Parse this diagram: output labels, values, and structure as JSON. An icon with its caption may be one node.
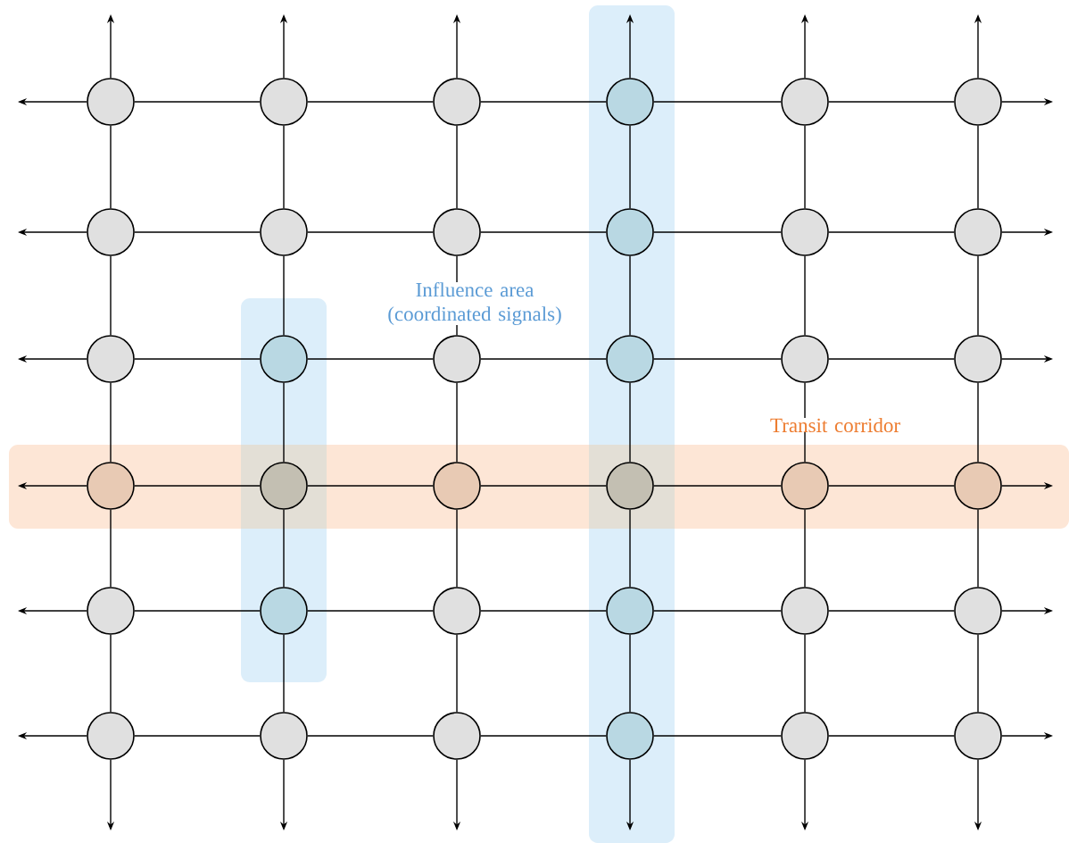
{
  "diagram": {
    "nodes": [
      {
        "text": [],
        "shape": "circle"
      },
      {
        "text": [],
        "shape": "circle"
      },
      {
        "text": [],
        "shape": "circle"
      },
      {
        "text": [],
        "shape": "circle"
      },
      {
        "text": [],
        "shape": "circle"
      },
      {
        "text": [],
        "shape": "circle"
      },
      {
        "text": [],
        "shape": "circle"
      },
      {
        "text": [],
        "shape": "circle"
      },
      {
        "text": [],
        "shape": "circle"
      },
      {
        "text": [],
        "shape": "circle"
      },
      {
        "text": [],
        "shape": "circle"
      },
      {
        "text": [],
        "shape": "circle"
      },
      {
        "text": [],
        "shape": "circle"
      },
      {
        "text": [],
        "shape": "circle"
      },
      {
        "text": [],
        "shape": "circle"
      },
      {
        "text": [],
        "shape": "circle"
      },
      {
        "text": [],
        "shape": "circle"
      },
      {
        "text": [],
        "shape": "circle"
      },
      {
        "text": [],
        "shape": "circle"
      },
      {
        "text": [],
        "shape": "circle"
      },
      {
        "text": [],
        "shape": "circle"
      },
      {
        "text": [],
        "shape": "circle"
      },
      {
        "text": [],
        "shape": "circle"
      },
      {
        "text": [],
        "shape": "circle"
      },
      {
        "text": [],
        "shape": "circle"
      },
      {
        "text": [],
        "shape": "circle"
      },
      {
        "text": [],
        "shape": "circle"
      },
      {
        "text": [],
        "shape": "circle"
      },
      {
        "text": [],
        "shape": "circle"
      },
      {
        "text": [],
        "shape": "circle"
      },
      {
        "text": [],
        "shape": "circle"
      },
      {
        "text": [],
        "shape": "circle"
      },
      {
        "text": [],
        "shape": "circle"
      },
      {
        "text": [],
        "shape": "circle"
      },
      {
        "text": [],
        "shape": "circle"
      },
      {
        "text": [],
        "shape": "circle"
      }
    ],
    "edges": [
      {
        "from": 0,
        "to": 1,
        "arrow": "none"
      },
      {
        "from": 1,
        "to": 2,
        "arrow": "none"
      },
      {
        "from": 2,
        "to": 3,
        "arrow": "none"
      },
      {
        "from": 3,
        "to": 4,
        "arrow": "none"
      },
      {
        "from": 4,
        "to": 5,
        "arrow": "none"
      },
      {
        "from": 6,
        "to": 7,
        "arrow": "none"
      },
      {
        "from": 7,
        "to": 8,
        "arrow": "none"
      },
      {
        "from": 8,
        "to": 9,
        "arrow": "none"
      },
      {
        "from": 9,
        "to": 10,
        "arrow": "none"
      },
      {
        "from": 10,
        "to": 11,
        "arrow": "none"
      },
      {
        "from": 12,
        "to": 13,
        "arrow": "none"
      },
      {
        "from": 13,
        "to": 14,
        "arrow": "none"
      },
      {
        "from": 14,
        "to": 15,
        "arrow": "none"
      },
      {
        "from": 15,
        "to": 16,
        "arrow": "none"
      },
      {
        "from": 16,
        "to": 17,
        "arrow": "none"
      },
      {
        "from": 18,
        "to": 19,
        "arrow": "none"
      },
      {
        "from": 19,
        "to": 20,
        "arrow": "none"
      },
      {
        "from": 20,
        "to": 21,
        "arrow": "none"
      },
      {
        "from": 21,
        "to": 22,
        "arrow": "none"
      },
      {
        "from": 22,
        "to": 23,
        "arrow": "none"
      },
      {
        "from": 24,
        "to": 25,
        "arrow": "none"
      },
      {
        "from": 25,
        "to": 26,
        "arrow": "none"
      },
      {
        "from": 26,
        "to": 27,
        "arrow": "none"
      },
      {
        "from": 27,
        "to": 28,
        "arrow": "none"
      },
      {
        "from": 28,
        "to": 29,
        "arrow": "none"
      },
      {
        "from": 30,
        "to": 31,
        "arrow": "none"
      },
      {
        "from": 31,
        "to": 32,
        "arrow": "none"
      },
      {
        "from": 32,
        "to": 33,
        "arrow": "none"
      },
      {
        "from": 33,
        "to": 34,
        "arrow": "none"
      },
      {
        "from": 34,
        "to": 35,
        "arrow": "none"
      },
      {
        "from": 0,
        "to": 6,
        "arrow": "none"
      },
      {
        "from": 1,
        "to": 7,
        "arrow": "none"
      },
      {
        "from": 2,
        "to": 8,
        "arrow": "none"
      },
      {
        "from": 3,
        "to": 9,
        "arrow": "none"
      },
      {
        "from": 4,
        "to": 10,
        "arrow": "none"
      },
      {
        "from": 5,
        "to": 11,
        "arrow": "none"
      },
      {
        "from": 6,
        "to": 12,
        "arrow": "none"
      },
      {
        "from": 7,
        "to": 13,
        "arrow": "none"
      },
      {
        "from": 8,
        "to": 14,
        "arrow": "none"
      },
      {
        "from": 9,
        "to": 15,
        "arrow": "none"
      },
      {
        "from": 10,
        "to": 16,
        "arrow": "none"
      },
      {
        "from": 11,
        "to": 17,
        "arrow": "none"
      },
      {
        "from": 12,
        "to": 18,
        "arrow": "none"
      },
      {
        "from": 13,
        "to": 19,
        "arrow": "none"
      },
      {
        "from": 14,
        "to": 20,
        "arrow": "none"
      },
      {
        "from": 15,
        "to": 21,
        "arrow": "none"
      },
      {
        "from": 16,
        "to": 22,
        "arrow": "none"
      },
      {
        "from": 17,
        "to": 23,
        "arrow": "none"
      },
      {
        "from": 18,
        "to": 24,
        "arrow": "none"
      },
      {
        "from": 19,
        "to": 25,
        "arrow": "none"
      },
      {
        "from": 20,
        "to": 26,
        "arrow": "none"
      },
      {
        "from": 21,
        "to": 27,
        "arrow": "none"
      },
      {
        "from": 22,
        "to": 28,
        "arrow": "none"
      },
      {
        "from": 23,
        "to": 29,
        "arrow": "none"
      },
      {
        "from": 24,
        "to": 30,
        "arrow": "none"
      },
      {
        "from": 25,
        "to": 31,
        "arrow": "none"
      },
      {
        "from": 26,
        "to": 32,
        "arrow": "none"
      },
      {
        "from": 27,
        "to": 33,
        "arrow": "none"
      },
      {
        "from": 28,
        "to": 34,
        "arrow": "none"
      },
      {
        "from": 29,
        "to": 35,
        "arrow": "none"
      },
      {
        "from": 0,
        "to": null,
        "arrow": "to"
      },
      {
        "from": 1,
        "to": null,
        "arrow": "to"
      },
      {
        "from": 2,
        "to": null,
        "arrow": "to"
      },
      {
        "from": 3,
        "to": null,
        "arrow": "to"
      },
      {
        "from": 4,
        "to": null,
        "arrow": "to"
      },
      {
        "from": 5,
        "to": null,
        "arrow": "to"
      },
      {
        "from": 30,
        "to": null,
        "arrow": "to"
      },
      {
        "from": 31,
        "to": null,
        "arrow": "to"
      },
      {
        "from": 32,
        "to": null,
        "arrow": "to"
      },
      {
        "from": 33,
        "to": null,
        "arrow": "to"
      },
      {
        "from": 34,
        "to": null,
        "arrow": "to"
      },
      {
        "from": 35,
        "to": null,
        "arrow": "to"
      },
      {
        "from": 0,
        "to": null,
        "arrow": "to"
      },
      {
        "from": 6,
        "to": null,
        "arrow": "to"
      },
      {
        "from": 12,
        "to": null,
        "arrow": "to"
      },
      {
        "from": 18,
        "to": null,
        "arrow": "to"
      },
      {
        "from": 24,
        "to": null,
        "arrow": "to"
      },
      {
        "from": 30,
        "to": null,
        "arrow": "to"
      },
      {
        "from": 5,
        "to": null,
        "arrow": "to"
      },
      {
        "from": 11,
        "to": null,
        "arrow": "to"
      },
      {
        "from": 17,
        "to": null,
        "arrow": "to"
      },
      {
        "from": 23,
        "to": null,
        "arrow": "to"
      },
      {
        "from": 29,
        "to": null,
        "arrow": "to"
      },
      {
        "from": 35,
        "to": null,
        "arrow": "to"
      }
    ],
    "labels": [
      "Influence area (coordinated signals)",
      "Transit corridor"
    ]
  }
}
